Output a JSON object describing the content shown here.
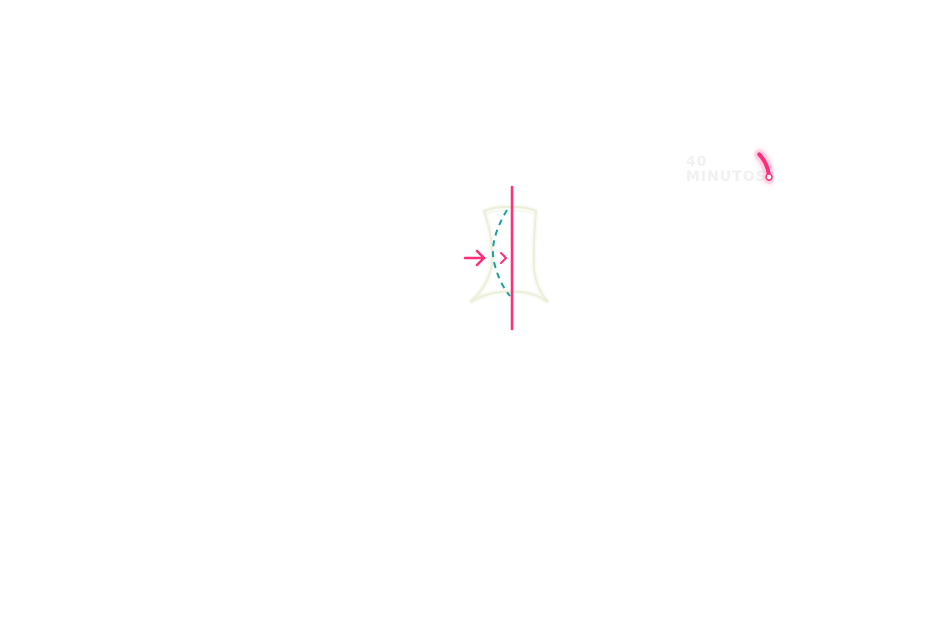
{
  "timer": {
    "value": "40",
    "unit": "MINUTOS",
    "progress_fraction": 0.12
  },
  "colors": {
    "accent": "#ff2d7a",
    "glow": "#ff9cc3",
    "dashed_line": "#19a39a",
    "garment_outline": "#ecefd9",
    "timer_text": "#f1f1f1",
    "background": "#ffffff"
  },
  "icons": {
    "fold_arrow": "right-arrow-icon",
    "fold_chevron": "chevron-right-icon"
  }
}
